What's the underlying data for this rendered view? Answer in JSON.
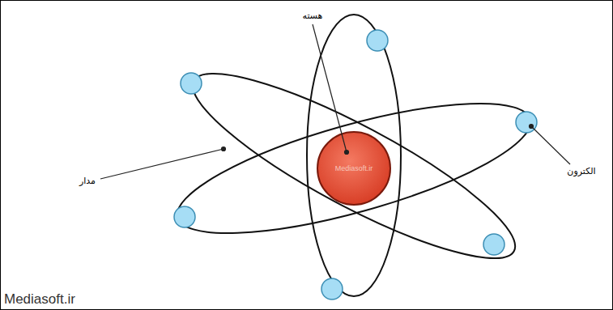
{
  "diagram": {
    "nodes": [
      {
        "text": [
          "Mediasoft.ir"
        ]
      }
    ],
    "labels": [
      "هسته",
      "مدار",
      "الکترون",
      "Mediasoft.ir"
    ]
  }
}
